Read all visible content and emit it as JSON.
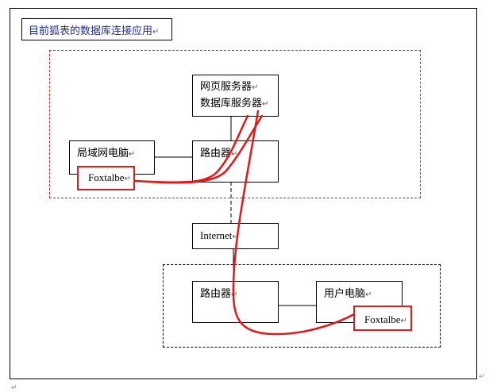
{
  "title": "目前狐表的数据库连接应用",
  "nodes": {
    "server": {
      "line1": "网页服务器",
      "line2": "数据库服务器"
    },
    "lan_pc": "局域网电脑",
    "router_top": "路由器",
    "foxtalbe_top": "Foxtalbe",
    "internet": "Internet",
    "router_bottom": "路由器",
    "user_pc": "用户电脑",
    "foxtalbe_bottom": "Foxtalbe"
  },
  "colors": {
    "red_accent": "#e02020",
    "title_text": "#1f2f8f"
  },
  "paragraph_mark": "↵"
}
